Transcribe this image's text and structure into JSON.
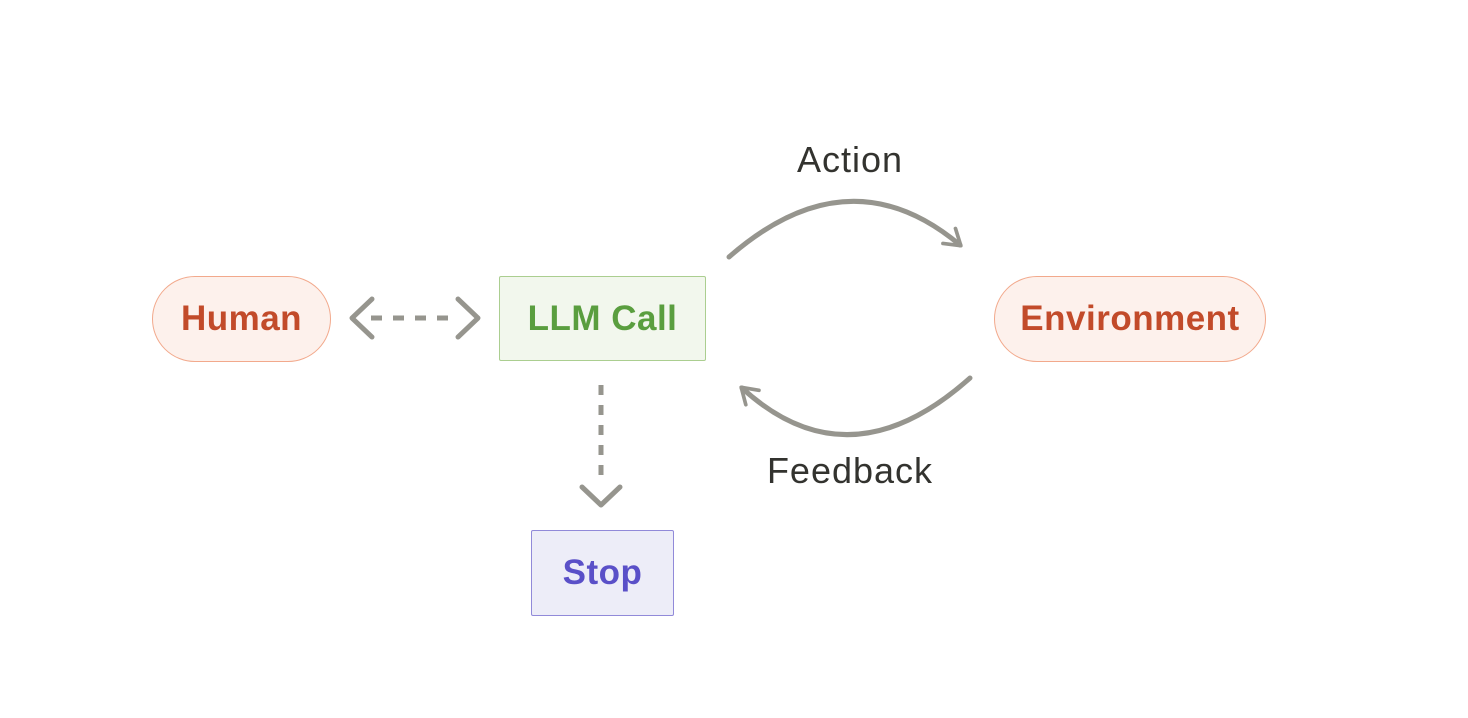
{
  "diagram": {
    "nodes": {
      "human": {
        "label": "Human",
        "shape": "pill"
      },
      "llm_call": {
        "label": "LLM Call",
        "shape": "rect"
      },
      "environment": {
        "label": "Environment",
        "shape": "pill"
      },
      "stop": {
        "label": "Stop",
        "shape": "rect"
      }
    },
    "edges": {
      "action": {
        "label": "Action",
        "from": "LLM Call",
        "to": "Environment",
        "style": "solid-curved-arrow"
      },
      "feedback": {
        "label": "Feedback",
        "from": "Environment",
        "to": "LLM Call",
        "style": "solid-curved-arrow"
      },
      "human_llm": {
        "from": "Human",
        "to": "LLM Call",
        "style": "dashed-double-arrow"
      },
      "llm_stop": {
        "from": "LLM Call",
        "to": "Stop",
        "style": "dashed-arrow"
      }
    }
  },
  "colors": {
    "canvas-bg": "#ffffff",
    "node-red-bg": "#fdf1ec",
    "node-red-border": "#f2a98c",
    "node-red-text": "#c24b2a",
    "node-green-bg": "#f2f7ed",
    "node-green-border": "#abce90",
    "node-green-text": "#5a9e3f",
    "node-purple-bg": "#ededf8",
    "node-purple-border": "#918ad9",
    "node-purple-text": "#5a50c8",
    "arrow-gray": "#96958e",
    "label-text": "#33332f"
  }
}
